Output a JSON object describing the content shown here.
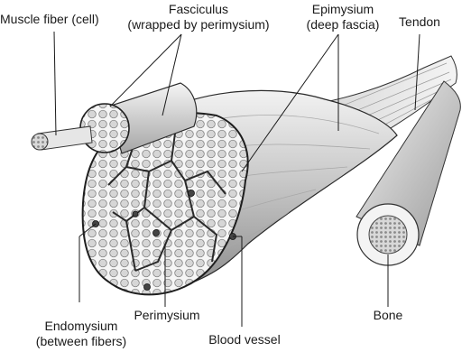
{
  "labels": {
    "muscle_fiber": "Muscle fiber (cell)",
    "fasciculus_line1": "Fasciculus",
    "fasciculus_line2": "(wrapped by perimysium)",
    "epimysium_line1": "Epimysium",
    "epimysium_line2": "(deep fascia)",
    "tendon": "Tendon",
    "endomysium_line1": "Endomysium",
    "endomysium_line2": "(between fibers)",
    "perimysium": "Perimysium",
    "blood_vessel": "Blood vessel",
    "bone": "Bone"
  },
  "colors": {
    "muscle_light": "#ececec",
    "muscle_dark": "#8c8c8c",
    "outline": "#2a2a2a",
    "fiber_cell": "#d9d9d9",
    "marrow": "#bdbdbd"
  }
}
